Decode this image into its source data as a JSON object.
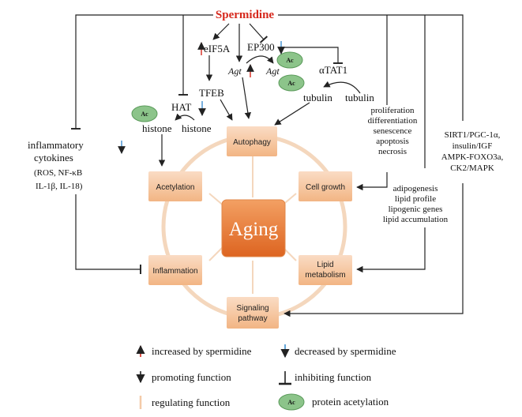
{
  "title": "Spermidine",
  "center": "Aging",
  "modules": {
    "autophagy": "Autophagy",
    "acetylation": "Acetylation",
    "cell_growth": "Cell growth",
    "inflammation": "Inflammation",
    "lipid_1": "Lipid",
    "lipid_2": "metabolism",
    "signaling_1": "Signaling",
    "signaling_2": "pathway"
  },
  "nodes": {
    "eif5a": "eIF5A",
    "ep300": "EP300",
    "agt1": "Agt",
    "agt2": "Agt",
    "atat1": "αTAT1",
    "tfeb": "TFEB",
    "hat": "HAT",
    "histone_ac": "histone",
    "histone": "histone",
    "tubulin_ac": "tubulin",
    "tubulin": "tubulin",
    "ac": "Ac"
  },
  "cytokines": {
    "line1": "inflammatory",
    "line2": "cytokines",
    "line3": "(ROS, NF-κB",
    "line4": "IL-1β, IL-18)"
  },
  "cell_growth_list": [
    "proliferation",
    "differentiation",
    "senescence",
    "apoptosis",
    "necrosis"
  ],
  "lipid_list": [
    "adipogenesis",
    "lipid profile",
    "lipogenic genes",
    "lipid accumulation"
  ],
  "signaling_list": [
    "SIRT1/PGC-1α,",
    "insulin/IGF",
    "AMPK-FOXO3a,",
    "CK2/MAPK"
  ],
  "legend": {
    "increased": "increased by spermidine",
    "decreased": "decreased by spermidine",
    "promoting": "promoting function",
    "inhibiting": "inhibiting function",
    "regulating": "regulating function",
    "acetylation": "protein acetylation"
  },
  "colors": {
    "title_red": "#d6281c",
    "box_orange": "#f6c29a",
    "center_orange": "#e9742a",
    "ring": "#f4d7bd",
    "ac_green": "#8cc48a",
    "up_red": "#d6281c",
    "down_blue": "#3f8fcf"
  }
}
